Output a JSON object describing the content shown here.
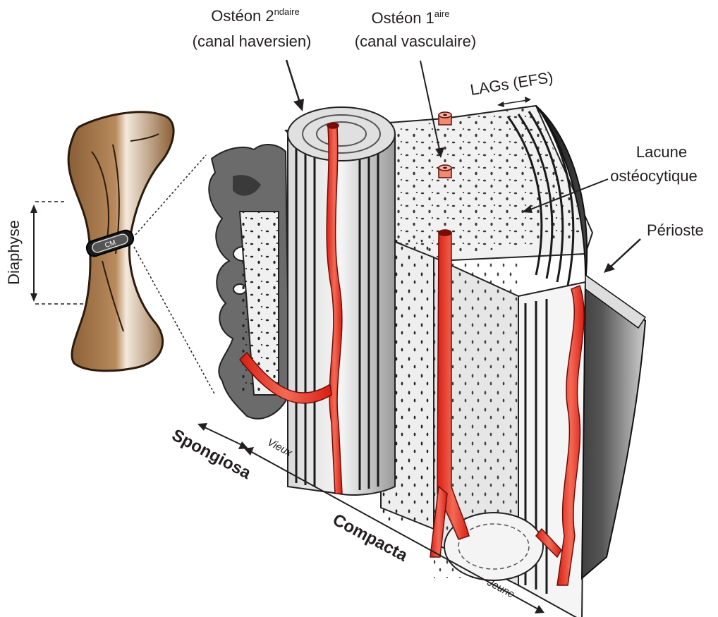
{
  "labels": {
    "osteon2_main": "Ostéon 2",
    "osteon2_sup": "ndaire",
    "osteon2_sub": "(canal haversien)",
    "osteon1_main": "Ostéon 1",
    "osteon1_sup": "aire",
    "osteon1_sub": "(canal vasculaire)",
    "lags": "LAGs (EFS)",
    "lacune_1": "Lacune",
    "lacune_2": "ostéocytique",
    "perioste": "Périoste",
    "diaphyse": "Diaphyse",
    "cm": "CM",
    "spongiosa": "Spongiosa",
    "compacta": "Compacta",
    "vieux": "Vieux",
    "jeune": "Jeune"
  },
  "colors": {
    "bone_brown": "#a67c52",
    "vessel_red": "#e0281c",
    "vessel_light": "#f9b5a8",
    "cortex_grey": "#f0f0f0",
    "dark_grey": "#6b6b6b",
    "periosteum": "#2a2a2a"
  }
}
